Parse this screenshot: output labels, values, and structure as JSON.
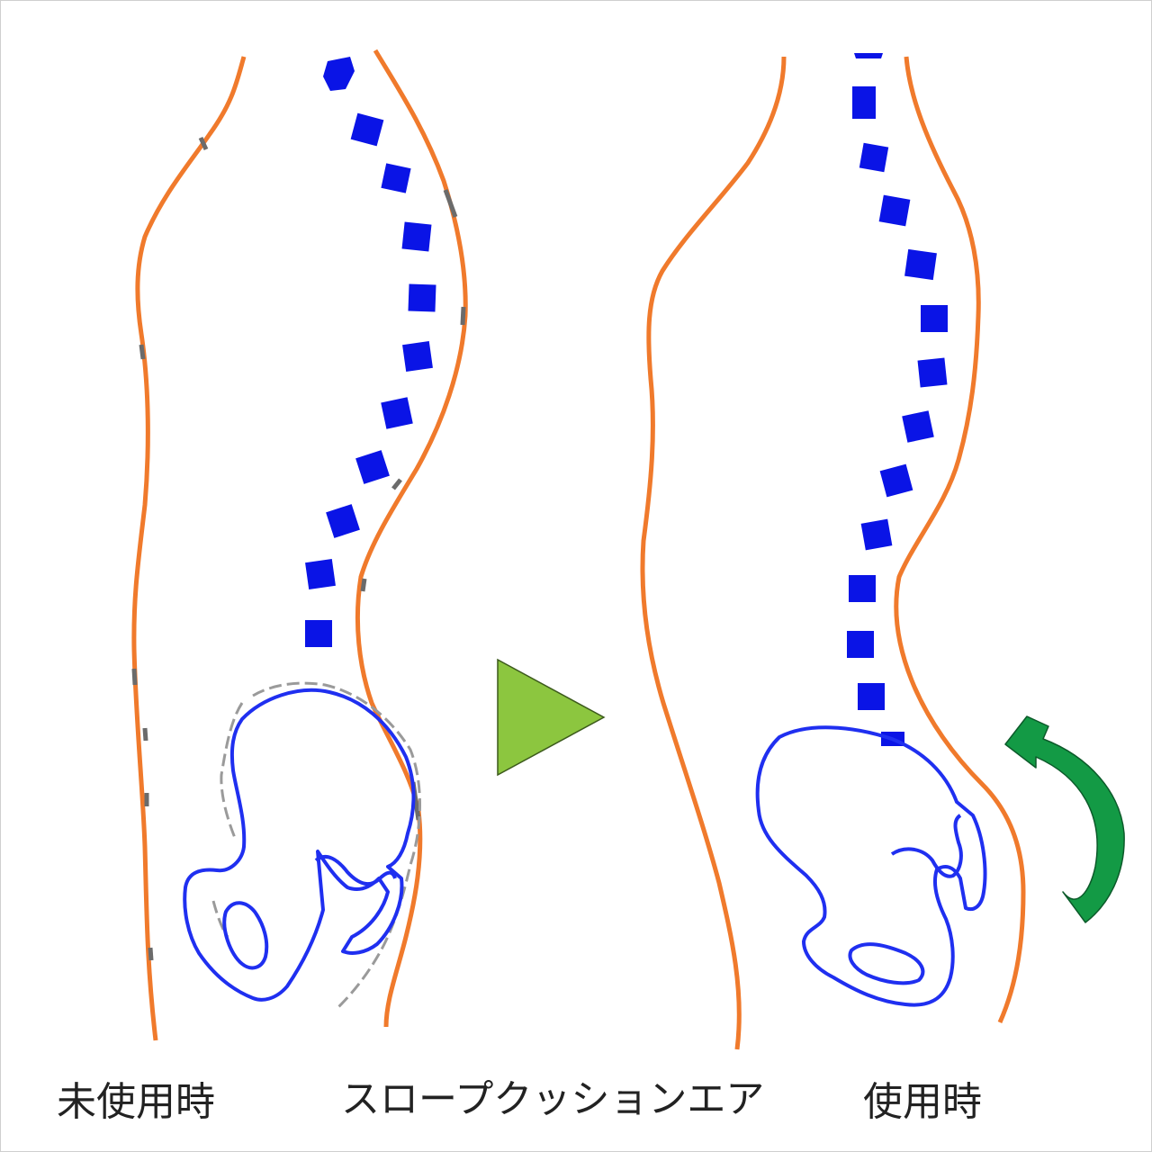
{
  "labels": {
    "before": "未使用時",
    "product": "スロープクッションエア",
    "after": "使用時"
  },
  "colors": {
    "body_outline": "#f07a2c",
    "spine": "#0a14e6",
    "pelvis": "#1f2ff0",
    "arrow_triangle": "#8cc63f",
    "rotation_arrow": "#139a45",
    "ghost_outline": "#8a8a8a"
  },
  "icons": {
    "transition": "right-triangle-arrow-icon",
    "rotation": "counterclockwise-curved-arrow-icon"
  }
}
